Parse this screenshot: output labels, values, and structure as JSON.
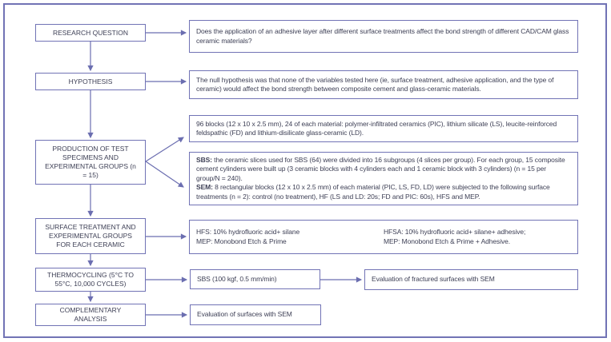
{
  "palette": {
    "accent": "#7173b5",
    "arrow": "#6b6eb0",
    "text": "#3d3f55",
    "background": "#ffffff"
  },
  "steps": {
    "research_question": "RESEARCH QUESTION",
    "hypothesis": "HYPOTHESIS",
    "production": "PRODUCTION OF TEST SPECIMENS AND EXPERIMENTAL GROUPS (n = 15)",
    "surface_treatment": "SURFACE TREATMENT AND EXPERIMENTAL GROUPS FOR EACH CERAMIC",
    "thermocycling": "THERMOCYCLING (5°C TO 55°C, 10,000 CYCLES)",
    "complementary": "COMPLEMENTARY ANALYSIS"
  },
  "details": {
    "research_question_text": "Does the application of an adhesive layer after different surface treatments affect the bond strength of different CAD/CAM glass ceramic materials?",
    "hypothesis_text": "The null hypothesis was that none of the variables tested here (ie, surface treatment, adhesive application, and the type of ceramic) would affect the bond strength between composite cement and glass-ceramic materials.",
    "materials_text": "96 blocks (12 x 10 x 2.5 mm), 24 of each material: polymer-infiltrated ceramics (PIC), lithium silicate (LS), leucite-reinforced feldspathic (FD) and lithium-disilicate glass-ceramic (LD).",
    "sbs_label": "SBS:",
    "sbs_text": " the ceramic slices used for SBS (64) were divided into 16 subgroups (4 slices per group). For each group, 15 composite cement cylinders were built up (3 ceramic blocks with 4 cylinders each and 1 ceramic block with 3 cylinders) (n = 15 per group/N = 240).",
    "sem_label": "SEM:",
    "sem_text": " 8 rectangular blocks (12 x 10 x 2.5 mm) of each material (PIC, LS, FD, LD) were subjected to the following surface treatments (n = 2): control (no treatment), HF (LS and LD: 20s; FD and PIC: 60s), HFS and MEP.",
    "treatment_left_line1": "HFS: 10% hydrofluoric acid+ silane",
    "treatment_left_line2": "MEP: Monobond Etch & Prime",
    "treatment_right_line1": "HFSA: 10% hydrofluoric acid+ silane+ adhesive;",
    "treatment_right_line2": "MEP: Monobond Etch & Prime + Adhesive.",
    "sbs_test": "SBS (100 kgf, 0.5 mm/min)",
    "fractured_eval": "Evaluation of fractured surfaces with SEM",
    "surfaces_eval": "Evaluation of surfaces with SEM"
  }
}
